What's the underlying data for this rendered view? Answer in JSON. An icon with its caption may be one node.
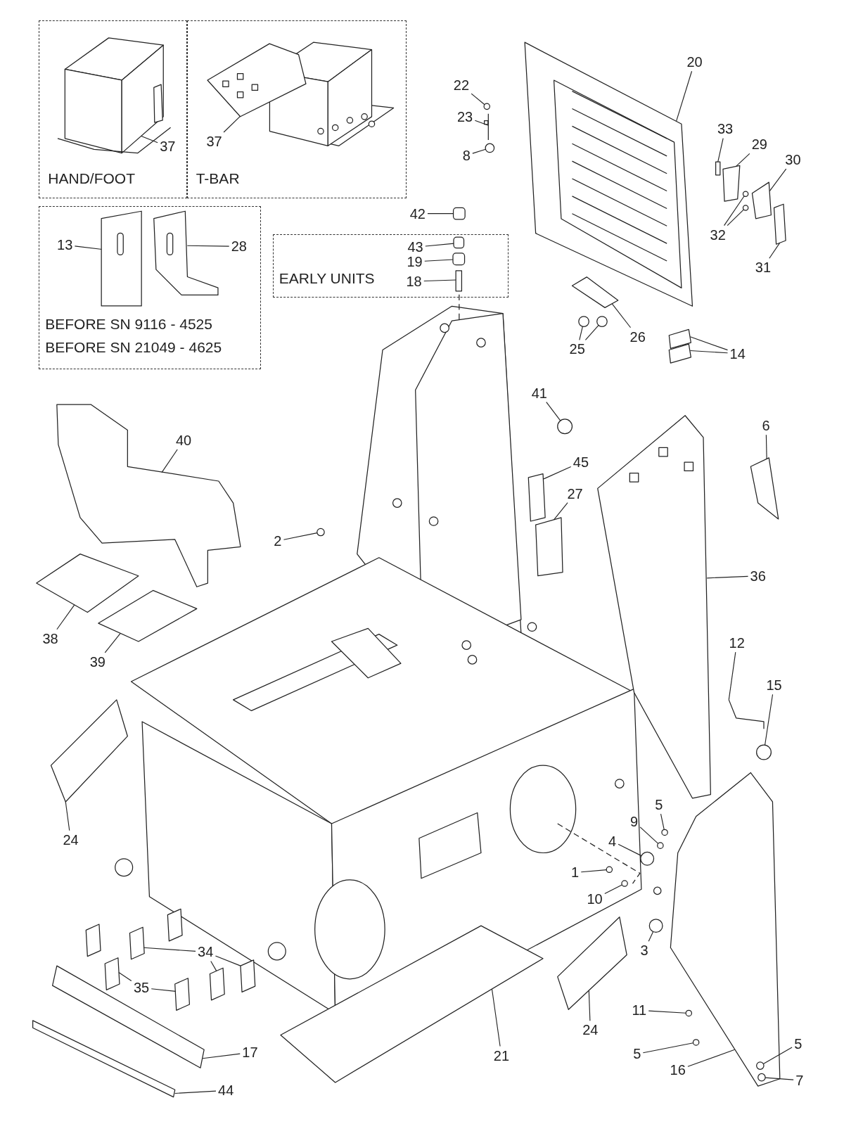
{
  "diagram": {
    "nodes": [
      {
        "text": [
          "HAND/FOOT"
        ]
      },
      {
        "text": [
          "T-BAR"
        ]
      },
      {
        "text": [
          "BEFORE SN 9116 - 4525",
          "BEFORE SN 21049 - 4625"
        ]
      },
      {
        "text": [
          "EARLY UNITS"
        ]
      },
      {
        "text": [
          "37"
        ],
        "in": 0
      },
      {
        "text": [
          "37"
        ],
        "in": 1
      },
      {
        "text": [
          "13"
        ],
        "in": 2
      },
      {
        "text": [
          "28"
        ],
        "in": 2
      },
      {
        "text": [
          "42"
        ]
      },
      {
        "text": [
          "43"
        ],
        "in": 3
      },
      {
        "text": [
          "19"
        ],
        "in": 3
      },
      {
        "text": [
          "18"
        ],
        "in": 3
      },
      {
        "text": [
          "22"
        ]
      },
      {
        "text": [
          "23"
        ]
      },
      {
        "text": [
          "8"
        ]
      },
      {
        "text": [
          "20"
        ]
      },
      {
        "text": [
          "33"
        ]
      },
      {
        "text": [
          "29"
        ]
      },
      {
        "text": [
          "30"
        ]
      },
      {
        "text": [
          "32"
        ]
      },
      {
        "text": [
          "31"
        ]
      },
      {
        "text": [
          "26"
        ]
      },
      {
        "text": [
          "25"
        ]
      },
      {
        "text": [
          "14"
        ]
      },
      {
        "text": [
          "41"
        ]
      },
      {
        "text": [
          "45"
        ]
      },
      {
        "text": [
          "27"
        ]
      },
      {
        "text": [
          "6"
        ]
      },
      {
        "text": [
          "40"
        ]
      },
      {
        "text": [
          "2"
        ]
      },
      {
        "text": [
          "36"
        ]
      },
      {
        "text": [
          "38"
        ]
      },
      {
        "text": [
          "39"
        ]
      },
      {
        "text": [
          "12"
        ]
      },
      {
        "text": [
          "15"
        ]
      },
      {
        "text": [
          "24"
        ]
      },
      {
        "text": [
          "5"
        ]
      },
      {
        "text": [
          "9"
        ]
      },
      {
        "text": [
          "4"
        ]
      },
      {
        "text": [
          "1"
        ]
      },
      {
        "text": [
          "10"
        ]
      },
      {
        "text": [
          "3"
        ]
      },
      {
        "text": [
          "34"
        ]
      },
      {
        "text": [
          "35"
        ]
      },
      {
        "text": [
          "24"
        ]
      },
      {
        "text": [
          "11"
        ]
      },
      {
        "text": [
          "21"
        ]
      },
      {
        "text": [
          "17"
        ]
      },
      {
        "text": [
          "5"
        ]
      },
      {
        "text": [
          "16"
        ]
      },
      {
        "text": [
          "5"
        ]
      },
      {
        "text": [
          "7"
        ]
      },
      {
        "text": [
          "44"
        ]
      },
      {
        "text": [],
        "shape": "circle"
      },
      {
        "text": [],
        "shape": "box"
      },
      {
        "text": [],
        "shape": "box"
      },
      {
        "text": [],
        "shape": "box"
      },
      {
        "text": [],
        "shape": "circle"
      },
      {
        "text": [],
        "shape": "box"
      },
      {
        "text": [],
        "shape": "circle"
      },
      {
        "text": [],
        "shape": "circle"
      },
      {
        "text": [],
        "shape": "circle"
      },
      {
        "text": [],
        "shape": "circle"
      },
      {
        "text": [],
        "shape": "circle"
      },
      {
        "text": [],
        "shape": "circle"
      },
      {
        "text": [],
        "shape": "circle"
      },
      {
        "text": [],
        "shape": "circle"
      },
      {
        "text": [],
        "shape": "box",
        "in": 0
      },
      {
        "text": [],
        "shape": "box",
        "in": 1
      },
      {
        "text": [],
        "shape": "box",
        "in": 2
      },
      {
        "text": [],
        "shape": "box",
        "in": 2
      },
      {
        "text": [],
        "shape": "box"
      },
      {
        "text": [],
        "shape": "box",
        "in": 3
      },
      {
        "text": [],
        "shape": "box",
        "in": 3
      },
      {
        "text": [],
        "shape": "box",
        "in": 3
      },
      {
        "text": [],
        "shape": "box"
      },
      {
        "text": [],
        "shape": "box"
      },
      {
        "text": [],
        "shape": "box"
      },
      {
        "text": [],
        "shape": "box"
      },
      {
        "text": [],
        "shape": "box"
      },
      {
        "text": [],
        "shape": "circle"
      },
      {
        "text": [],
        "shape": "box"
      },
      {
        "text": [],
        "shape": "box"
      },
      {
        "text": [],
        "shape": "circle"
      },
      {
        "text": [],
        "shape": "circle"
      },
      {
        "text": [],
        "shape": "box"
      },
      {
        "text": [],
        "shape": "box"
      },
      {
        "text": [],
        "shape": "box"
      },
      {
        "text": [],
        "shape": "box"
      },
      {
        "text": [],
        "shape": "box"
      },
      {
        "text": [],
        "shape": "box"
      },
      {
        "text": [],
        "shape": "bar"
      },
      {
        "text": [],
        "shape": "circle"
      },
      {
        "text": [],
        "shape": "box"
      },
      {
        "text": [],
        "shape": "circle"
      },
      {
        "text": [],
        "shape": "circle"
      },
      {
        "text": [],
        "shape": "box"
      },
      {
        "text": [],
        "shape": "box"
      },
      {
        "text": [],
        "shape": "box"
      },
      {
        "text": [],
        "shape": "box"
      },
      {
        "text": [],
        "shape": "box"
      },
      {
        "text": [],
        "shape": "circle"
      },
      {
        "text": [],
        "shape": "box"
      },
      {
        "text": [],
        "shape": "bar"
      },
      {
        "text": [],
        "shape": "box"
      },
      {
        "text": [],
        "shape": "circle",
        "in": 104
      },
      {
        "text": [],
        "shape": "circle",
        "in": 104
      },
      {
        "text": [],
        "shape": "bar"
      }
    ],
    "edges": [
      {
        "from": 4,
        "to": 67,
        "arrow": "none"
      },
      {
        "from": 5,
        "to": 68,
        "arrow": "none"
      },
      {
        "from": 6,
        "to": 69,
        "arrow": "none"
      },
      {
        "from": 7,
        "to": 70,
        "arrow": "none"
      },
      {
        "from": 8,
        "to": 71,
        "arrow": "none"
      },
      {
        "from": 9,
        "to": 72,
        "arrow": "none"
      },
      {
        "from": 10,
        "to": 73,
        "arrow": "none"
      },
      {
        "from": 11,
        "to": 74,
        "arrow": "none"
      },
      {
        "from": 12,
        "to": 53,
        "arrow": "none"
      },
      {
        "from": 13,
        "to": 75,
        "arrow": "none"
      },
      {
        "from": 14,
        "to": 60,
        "arrow": "none"
      },
      {
        "from": 15,
        "to": 76,
        "arrow": "none"
      },
      {
        "from": 16,
        "to": 77,
        "arrow": "none"
      },
      {
        "from": 17,
        "to": 78,
        "arrow": "none"
      },
      {
        "from": 18,
        "to": 79,
        "arrow": "none"
      },
      {
        "from": 19,
        "to": 80,
        "arrow": "none"
      },
      {
        "from": 19,
        "to": 61,
        "arrow": "none"
      },
      {
        "from": 20,
        "to": 81,
        "arrow": "none"
      },
      {
        "from": 21,
        "to": 82,
        "arrow": "none"
      },
      {
        "from": 22,
        "to": 83,
        "arrow": "none"
      },
      {
        "from": 22,
        "to": 84,
        "arrow": "none"
      },
      {
        "from": 23,
        "to": 54,
        "arrow": "none"
      },
      {
        "from": 23,
        "to": 55,
        "arrow": "none"
      },
      {
        "from": 24,
        "to": 62,
        "arrow": "none"
      },
      {
        "from": 25,
        "to": 56,
        "arrow": "none"
      },
      {
        "from": 26,
        "to": 85,
        "arrow": "none"
      },
      {
        "from": 27,
        "to": 86,
        "arrow": "none"
      },
      {
        "from": 28,
        "to": 87,
        "arrow": "none"
      },
      {
        "from": 29,
        "to": 63,
        "arrow": "none"
      },
      {
        "from": 30,
        "to": 88,
        "arrow": "none"
      },
      {
        "from": 31,
        "to": 89,
        "arrow": "none"
      },
      {
        "from": 32,
        "to": 90,
        "arrow": "none"
      },
      {
        "from": 33,
        "to": 91,
        "arrow": "none"
      },
      {
        "from": 34,
        "to": 92,
        "arrow": "none"
      },
      {
        "from": 35,
        "to": 93,
        "arrow": "none"
      },
      {
        "from": 36,
        "to": 94,
        "arrow": "none"
      },
      {
        "from": 37,
        "to": 95,
        "arrow": "none"
      },
      {
        "from": 38,
        "to": 64,
        "arrow": "none"
      },
      {
        "from": 39,
        "to": 57,
        "arrow": "none"
      },
      {
        "from": 40,
        "to": 65,
        "arrow": "none"
      },
      {
        "from": 41,
        "to": 66,
        "arrow": "none"
      },
      {
        "from": 42,
        "to": 58,
        "arrow": "none"
      },
      {
        "from": 42,
        "to": 96,
        "arrow": "none"
      },
      {
        "from": 42,
        "to": 97,
        "arrow": "none"
      },
      {
        "from": 43,
        "to": 98,
        "arrow": "none"
      },
      {
        "from": 43,
        "to": 99,
        "arrow": "none"
      },
      {
        "from": 44,
        "to": 100,
        "arrow": "none"
      },
      {
        "from": 45,
        "to": 101,
        "arrow": "none"
      },
      {
        "from": 46,
        "to": 102,
        "arrow": "none"
      },
      {
        "from": 47,
        "to": 103,
        "arrow": "none"
      },
      {
        "from": 48,
        "to": 59,
        "arrow": "none"
      },
      {
        "from": 49,
        "to": 104,
        "arrow": "none"
      },
      {
        "from": 50,
        "to": 105,
        "arrow": "none"
      },
      {
        "from": 51,
        "to": 106,
        "arrow": "none"
      },
      {
        "from": 52,
        "to": 107,
        "arrow": "none"
      }
    ]
  }
}
